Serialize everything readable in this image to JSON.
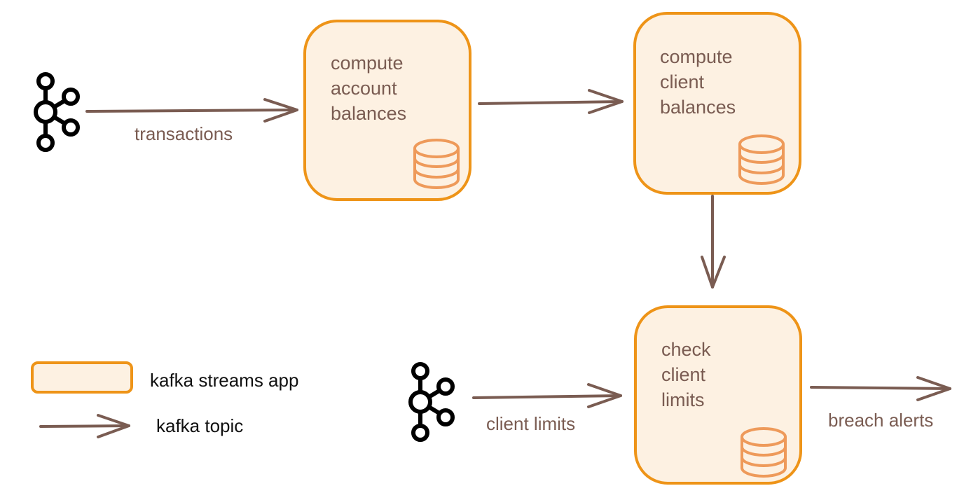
{
  "nodes": {
    "account": {
      "lines": [
        "compute",
        "account",
        "balances"
      ],
      "icon": "database-icon"
    },
    "client": {
      "lines": [
        "compute",
        "client",
        "balances"
      ],
      "icon": "database-icon"
    },
    "limits": {
      "lines": [
        "check",
        "client",
        "limits"
      ],
      "icon": "database-icon"
    }
  },
  "edges": {
    "transactions": "transactions",
    "client_limits": "client limits",
    "breach_alerts": "breach alerts"
  },
  "legend": {
    "app_label": "kafka streams app",
    "topic_label": "kafka topic"
  },
  "colors": {
    "box_fill": "#fdf1e2",
    "box_stroke": "#ee9418",
    "arrow": "#7a5c52",
    "text": "#7a5c52",
    "db_icon": "#ee9a5a",
    "kafka_icon": "#000000"
  }
}
